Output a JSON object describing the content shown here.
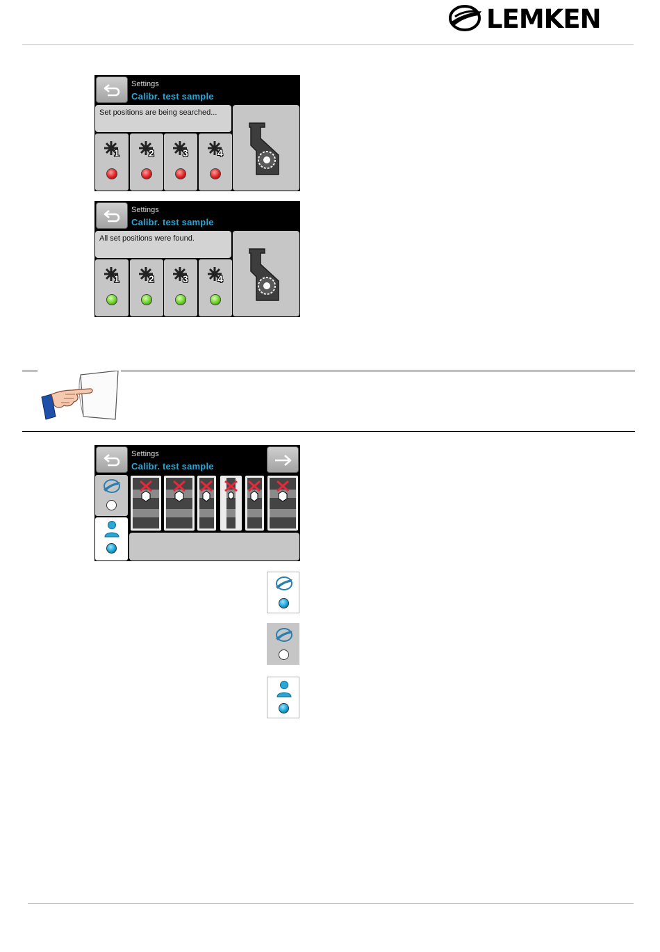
{
  "brand": {
    "name": "LEMKEN",
    "color": "#000000"
  },
  "screens": [
    {
      "header_sub": "Settings",
      "header_title": "Calibr. test sample",
      "message": "Set positions are being searched...",
      "positions": [
        {
          "label": "1",
          "lamp": "red"
        },
        {
          "label": "2",
          "lamp": "red"
        },
        {
          "label": "3",
          "lamp": "red"
        },
        {
          "label": "4",
          "lamp": "red"
        }
      ],
      "tool_icon": "seed-metering-unit-icon"
    },
    {
      "header_sub": "Settings",
      "header_title": "Calibr. test sample",
      "message": "All set positions were found.",
      "positions": [
        {
          "label": "1",
          "lamp": "green"
        },
        {
          "label": "2",
          "lamp": "green"
        },
        {
          "label": "3",
          "lamp": "green"
        },
        {
          "label": "4",
          "lamp": "green"
        }
      ],
      "tool_icon": "seed-metering-unit-icon"
    },
    {
      "header_sub": "Settings",
      "header_title": "Calibr. test sample",
      "side_buttons": [
        {
          "icon": "lemken-logo-icon",
          "indicator": "empty"
        },
        {
          "icon": "user-icon",
          "indicator": "blue"
        }
      ],
      "rows": [
        {
          "state": "deselected"
        },
        {
          "state": "deselected"
        },
        {
          "state": "deselected"
        },
        {
          "state": "deselected"
        },
        {
          "state": "deselected"
        },
        {
          "state": "deselected"
        }
      ]
    }
  ],
  "note": {
    "icon": "pointing-hand-note-icon"
  },
  "legend_icons": [
    {
      "icon": "lemken-logo-icon",
      "indicator": "blue",
      "background": "#ffffff"
    },
    {
      "icon": "lemken-logo-icon",
      "indicator": "empty",
      "background": "#c6c6c6"
    },
    {
      "icon": "user-icon",
      "indicator": "blue",
      "background": "#ffffff"
    }
  ],
  "colors": {
    "title_blue": "#2aa6d6",
    "lamp_red": "#e12222",
    "lamp_green": "#6cd12b",
    "indicator_blue": "#15a3d8",
    "cross_red": "#e8283a"
  }
}
